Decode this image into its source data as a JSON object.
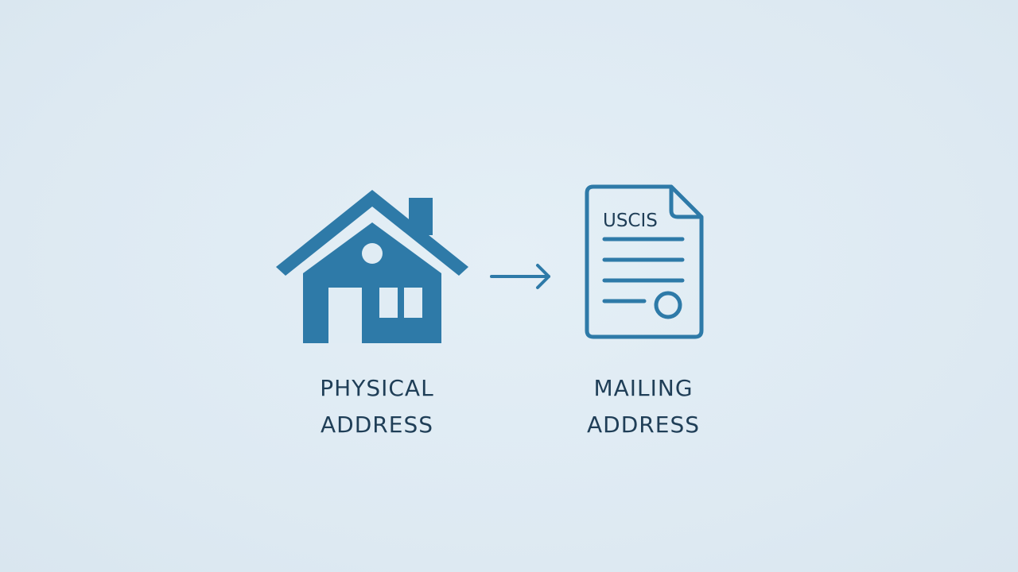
{
  "colors": {
    "background": "#dfebf3",
    "icon": "#2e7aa8",
    "text": "#1f3e57"
  },
  "left": {
    "icon": "house-icon",
    "label_line1": "PHYSICAL",
    "label_line2": "ADDRESS"
  },
  "connector": {
    "icon": "arrow-right-icon"
  },
  "right": {
    "icon": "document-icon",
    "doc_title": "USCIS",
    "label_line1": "MAILING",
    "label_line2": "ADDRESS"
  }
}
